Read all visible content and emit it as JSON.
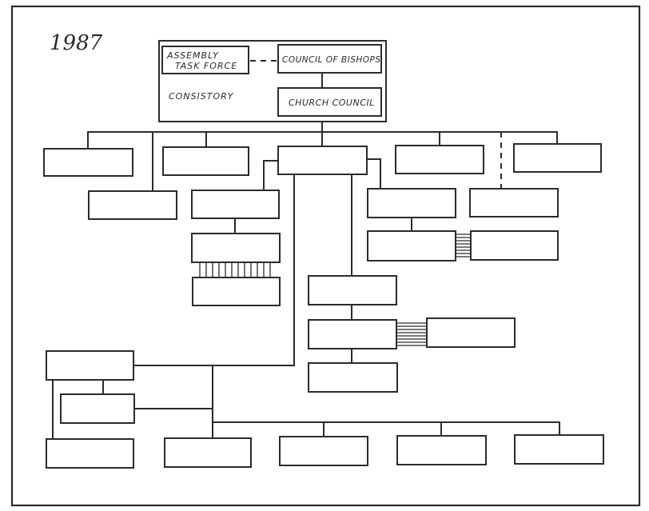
{
  "diagram": {
    "year": "1987",
    "assembly_task_force": [
      "ASSEMBLY",
      "TASK FORCE"
    ],
    "council_of_bishops": "COUNCIL OF BISHOPS",
    "consistory": "CONSISTORY",
    "church_council": "CHURCH COUNCIL"
  }
}
